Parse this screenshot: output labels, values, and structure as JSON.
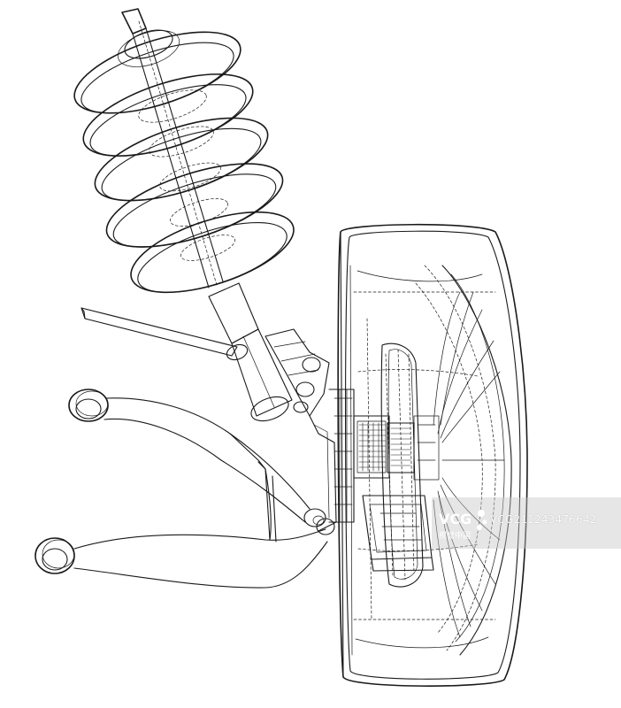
{
  "watermark": {
    "logo_text": "VCG",
    "logo_subtext": "视觉中国",
    "code": "VCG211243476642"
  },
  "colors": {
    "line": "#1a1a1a",
    "background": "#ffffff",
    "watermark_band": "#c8c8c8"
  }
}
